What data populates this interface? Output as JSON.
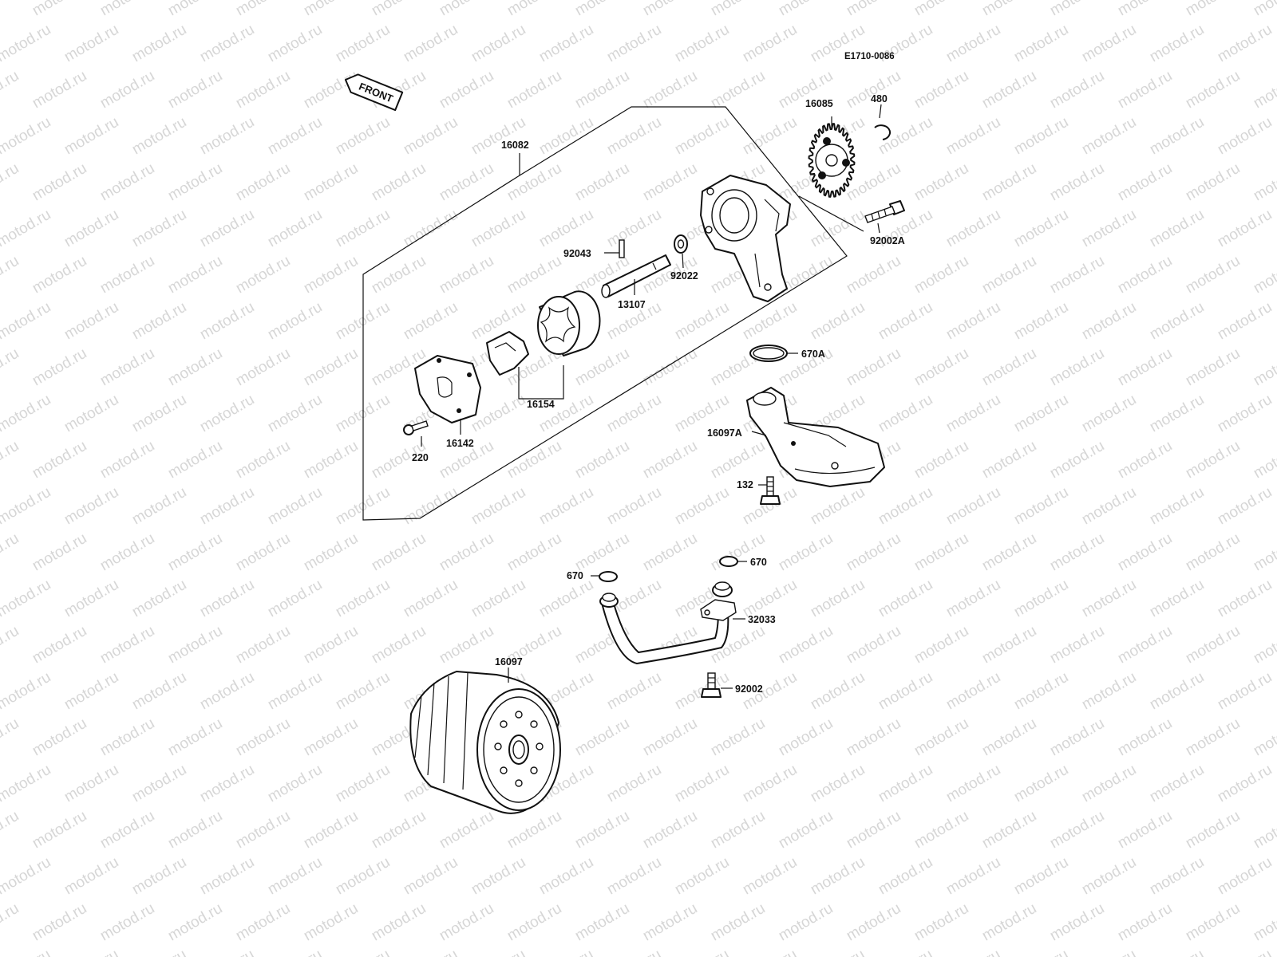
{
  "diagram": {
    "code": "E1710-0086",
    "front_label": "FRONT",
    "watermark": "motod.ru"
  },
  "parts": {
    "p16082": "16082",
    "p16085": "16085",
    "p480": "480",
    "p92002A": "92002A",
    "p92043": "92043",
    "p92022": "92022",
    "p13107": "13107",
    "p16154": "16154",
    "p16142": "16142",
    "p220": "220",
    "p670A": "670A",
    "p16097A": "16097A",
    "p132": "132",
    "p670_left": "670",
    "p670_right": "670",
    "p32033": "32033",
    "p16097": "16097",
    "p92002": "92002"
  }
}
